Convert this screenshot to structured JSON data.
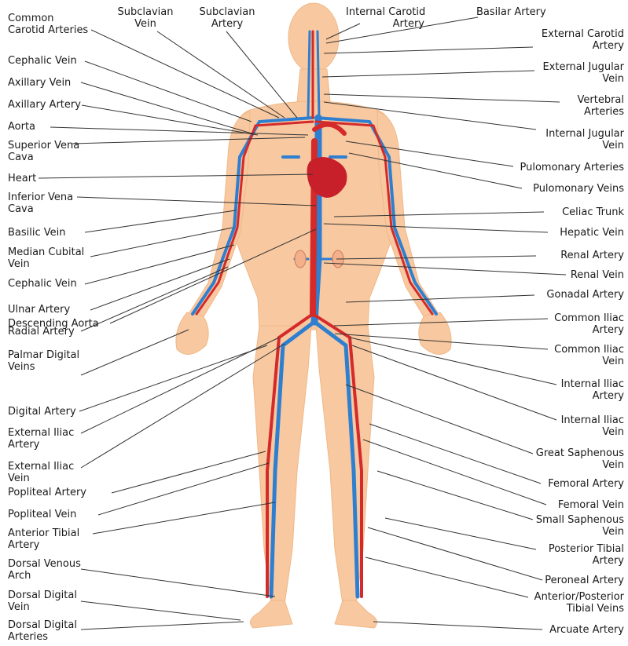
{
  "colors": {
    "skin": "#f8c8a0",
    "skin_edge": "#f0b888",
    "artery": "#d42a2a",
    "vein": "#2f7fd0",
    "heart": "#c8202a",
    "leader": "#333333"
  },
  "labels": [
    {
      "id": "common-carotid-arteries",
      "text": "Common\nCarotid Arteries"
    },
    {
      "id": "subclavian-vein",
      "text": "Subclavian\nVein"
    },
    {
      "id": "subclavian-artery",
      "text": "Subclavian\nArtery"
    },
    {
      "id": "internal-carotid-artery",
      "text": "Internal Carotid\nArtery"
    },
    {
      "id": "basilar-artery",
      "text": "Basilar Artery"
    },
    {
      "id": "external-carotid-artery",
      "text": "External Carotid\nArtery"
    },
    {
      "id": "cephalic-vein-upper",
      "text": "Cephalic Vein"
    },
    {
      "id": "external-jugular-vein",
      "text": "External Jugular\nVein"
    },
    {
      "id": "axillary-vein",
      "text": "Axillary Vein"
    },
    {
      "id": "vertebral-arteries",
      "text": "Vertebral\nArteries"
    },
    {
      "id": "axillary-artery",
      "text": "Axillary Artery"
    },
    {
      "id": "aorta",
      "text": "Aorta"
    },
    {
      "id": "internal-jugular-vein",
      "text": "Internal Jugular\nVein"
    },
    {
      "id": "superior-vena-cava",
      "text": "Superior Vena\nCava"
    },
    {
      "id": "pulmonary-arteries",
      "text": "Pulomonary Arteries"
    },
    {
      "id": "heart",
      "text": "Heart"
    },
    {
      "id": "pulmonary-veins",
      "text": "Pulomonary Veins"
    },
    {
      "id": "inferior-vena-cava",
      "text": "Inferior Vena\nCava"
    },
    {
      "id": "celiac-trunk",
      "text": "Celiac Trunk"
    },
    {
      "id": "basilic-vein",
      "text": "Basilic Vein"
    },
    {
      "id": "hepatic-vein",
      "text": "Hepatic Vein"
    },
    {
      "id": "median-cubital-vein",
      "text": "Median Cubital\nVein"
    },
    {
      "id": "renal-artery",
      "text": "Renal Artery"
    },
    {
      "id": "cephalic-vein-lower",
      "text": "Cephalic Vein"
    },
    {
      "id": "renal-vein",
      "text": "Renal Vein"
    },
    {
      "id": "ulnar-artery",
      "text": "Ulnar Artery"
    },
    {
      "id": "gonadal-artery",
      "text": "Gonadal Artery"
    },
    {
      "id": "descending-aorta",
      "text": "Descending Aorta"
    },
    {
      "id": "common-iliac-artery",
      "text": "Common Iliac\nArtery"
    },
    {
      "id": "radial-artery",
      "text": "Radial Artery"
    },
    {
      "id": "common-iliac-vein",
      "text": "Common Iliac\nVein"
    },
    {
      "id": "palmar-digital-veins",
      "text": "Palmar Digital\nVeins"
    },
    {
      "id": "internal-iliac-artery",
      "text": "Internal Iliac\nArtery"
    },
    {
      "id": "digital-artery",
      "text": "Digital Artery"
    },
    {
      "id": "internal-iliac-vein",
      "text": "Internal Iliac\nVein"
    },
    {
      "id": "external-iliac-artery",
      "text": "External Iliac\nArtery"
    },
    {
      "id": "great-saphenous-vein",
      "text": "Great Saphenous\nVein"
    },
    {
      "id": "external-iliac-vein",
      "text": "External Iliac\nVein"
    },
    {
      "id": "femoral-artery",
      "text": "Femoral Artery"
    },
    {
      "id": "popliteal-artery",
      "text": "Popliteal Artery"
    },
    {
      "id": "femoral-vein",
      "text": "Femoral Vein"
    },
    {
      "id": "popliteal-vein",
      "text": "Popliteal Vein"
    },
    {
      "id": "small-saphenous-vein",
      "text": "Small Saphenous\nVein"
    },
    {
      "id": "anterior-tibial-artery",
      "text": "Anterior Tibial\nArtery"
    },
    {
      "id": "posterior-tibial-artery",
      "text": "Posterior Tibial\nArtery"
    },
    {
      "id": "dorsal-venous-arch",
      "text": "Dorsal Venous\nArch"
    },
    {
      "id": "peroneal-artery",
      "text": "Peroneal Artery"
    },
    {
      "id": "dorsal-digital-vein",
      "text": "Dorsal Digital\nVein"
    },
    {
      "id": "anterior-posterior-tibial-veins",
      "text": "Anterior/Posterior\nTibial Veins"
    },
    {
      "id": "dorsal-digital-arteries",
      "text": "Dorsal Digital\nArteries"
    },
    {
      "id": "arcuate-artery",
      "text": "Arcuate Artery"
    }
  ]
}
